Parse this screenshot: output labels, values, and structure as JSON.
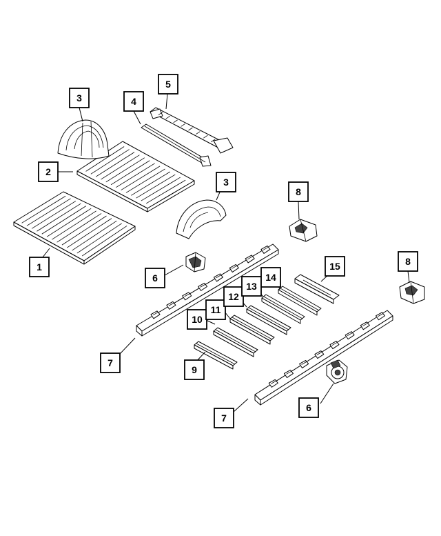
{
  "diagram": {
    "callouts": [
      {
        "id": "c1",
        "label": "1"
      },
      {
        "id": "c2",
        "label": "2"
      },
      {
        "id": "c3a",
        "label": "3"
      },
      {
        "id": "c3b",
        "label": "3"
      },
      {
        "id": "c4",
        "label": "4"
      },
      {
        "id": "c5",
        "label": "5"
      },
      {
        "id": "c6a",
        "label": "6"
      },
      {
        "id": "c6b",
        "label": "6"
      },
      {
        "id": "c7a",
        "label": "7"
      },
      {
        "id": "c7b",
        "label": "7"
      },
      {
        "id": "c8a",
        "label": "8"
      },
      {
        "id": "c8b",
        "label": "8"
      },
      {
        "id": "c9",
        "label": "9"
      },
      {
        "id": "c10",
        "label": "10"
      },
      {
        "id": "c11",
        "label": "11"
      },
      {
        "id": "c12",
        "label": "12"
      },
      {
        "id": "c13",
        "label": "13"
      },
      {
        "id": "c14",
        "label": "14"
      },
      {
        "id": "c15",
        "label": "15"
      }
    ]
  }
}
